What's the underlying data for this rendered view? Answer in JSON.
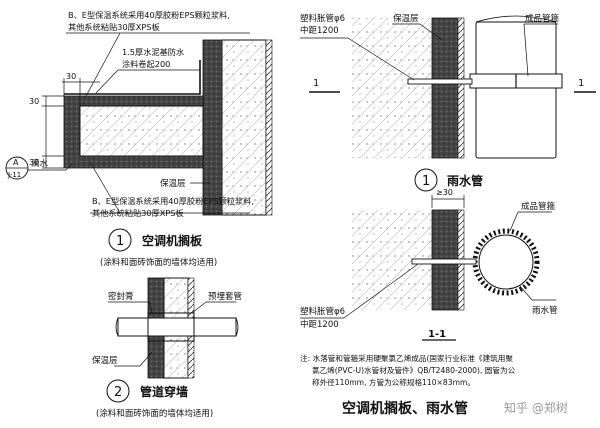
{
  "d1": {
    "note_top_a": "B、E型保温系统采用40厚胶粉EPS颗粒浆料,",
    "note_top_b": "其他系统粘贴30厚XPS板",
    "waterproof_a": "1.5厚水泥基防水",
    "waterproof_b": "涂料卷起200",
    "dim_30_top": "30",
    "dim_30_left_a": "30",
    "dim_30_left_b": "30",
    "drip_letter": "A",
    "drip_code": "J-11",
    "drip_label": "滴水",
    "insulation": "保温层",
    "note_bot_a": "B、E型保温系统采用40厚胶粉EPS颗粒浆料,",
    "note_bot_b": "其他系统粘贴30厚XPS板",
    "num": "1",
    "title": "空调机搁板",
    "sub": "(涂料和面砖饰面的墙体均适用)"
  },
  "d2": {
    "sealant": "密封膏",
    "sleeve": "预埋套管",
    "insulation": "保温层",
    "num": "2",
    "title": "管道穿墙",
    "sub": "(涂料和面砖饰面的墙体均适用)"
  },
  "d3": {
    "anchor_a": "塑料胀管φ6",
    "anchor_b": "中距1200",
    "insulation": "保温层",
    "hoop": "成品管箍",
    "marker_a": "1",
    "marker_b": "1",
    "num": "1",
    "title": "雨水管"
  },
  "d4": {
    "dim": "≥30",
    "hoop": "成品管箍",
    "anchor_a": "塑料胀管φ6",
    "anchor_b": "中距1200",
    "pipe": "雨水管",
    "section": "1-1"
  },
  "note": {
    "line1": "注: 水落管和管箍采用硬聚氯乙烯成品(国家行业标准《建筑用聚",
    "line2": "氯乙烯(PVC-U)水管材及管件》QB/T2480-2000), 圆管为公",
    "line3": "称外径110mm, 方管为公称规格110×83mm。"
  },
  "main_title": "空调机搁板、雨水管",
  "watermark": "知乎 @郑树"
}
